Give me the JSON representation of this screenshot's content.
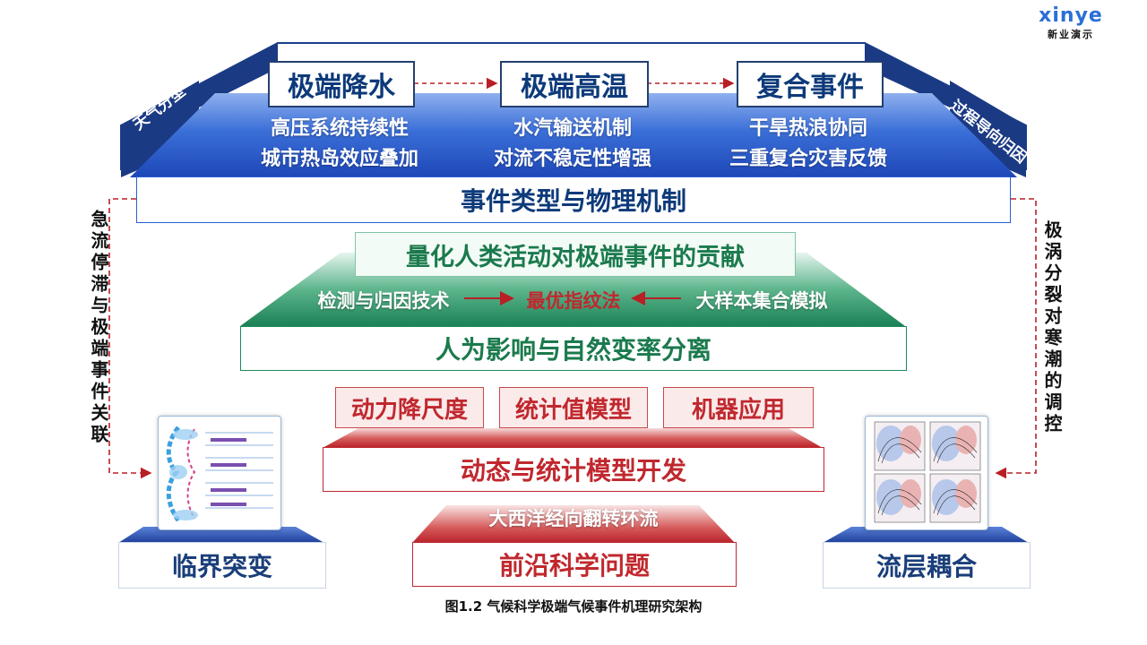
{
  "logo": {
    "brand": "xinye",
    "subtitle": "新业演示"
  },
  "top_section": {
    "left_tag": "天气分型",
    "right_tag": "过程导向归因",
    "events": [
      {
        "title": "极端降水",
        "line1": "高压系统持续性",
        "line2": "城市热岛效应叠加"
      },
      {
        "title": "极端高温",
        "line1": "水汽输送机制",
        "line2": "对流不稳定性增强"
      },
      {
        "title": "复合事件",
        "line1": "干旱热浪协同",
        "line2": "三重复合灾害反馈"
      }
    ],
    "band_label": "事件类型与物理机制"
  },
  "middle_section": {
    "headline": "量化人类活动对极端事件的贡献",
    "methods": {
      "left": "检测与归因技术",
      "center": "最优指纹法",
      "right": "大样本集合模拟"
    },
    "band_label": "人为影响与自然变率分离"
  },
  "model_section": {
    "items": [
      "动力降尺度",
      "统计值模型",
      "机器应用"
    ],
    "band_label": "动态与统计模型开发"
  },
  "frontier_section": {
    "top_label": "大西洋经向翻转环流",
    "band_label": "前沿科学问题"
  },
  "side_labels": {
    "left": "急流停滞与极端事件关联",
    "right": "极涡分裂对寒潮的调控"
  },
  "corners": {
    "left_label": "临界突变",
    "right_label": "流层耦合"
  },
  "caption": "图1.2 气候科学极端气候事件机理研究架构",
  "colors": {
    "navy": "#0d3a7a",
    "blue": "#2a5fd0",
    "green": "#1f8a5a",
    "red": "#c0282e"
  }
}
